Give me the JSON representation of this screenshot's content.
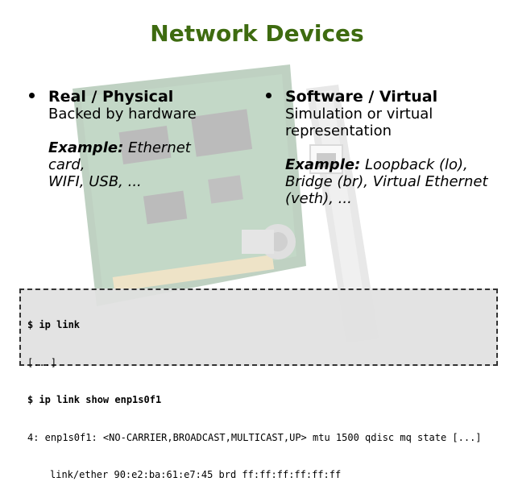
{
  "slide": {
    "title": "Network Devices"
  },
  "left_column": {
    "heading": "Real / Physical",
    "description": "Backed by hardware",
    "example_label": "Example:",
    "example_text_line1": "Ethernet card,",
    "example_text_line2": "WIFI, USB, ..."
  },
  "right_column": {
    "heading": "Software / Virtual",
    "description_line1": "Simulation or virtual",
    "description_line2": "representation",
    "example_label": "Example:",
    "example_text_line1": "Loopback (lo),",
    "example_text_line2": "Bridge (br), Virtual Ethernet",
    "example_text_line3": "(veth), ..."
  },
  "code_block": {
    "lines": [
      "$ ip link",
      "[...]",
      "$ ip link show enp1s0f1",
      "4: enp1s0f1: <NO-CARRIER,BROADCAST,MULTICAST,UP> mtu 1500 qdisc mq state [...]",
      "link/ether 90:e2:ba:61:e7:45 brd ff:ff:ff:ff:ff:ff"
    ]
  },
  "colors": {
    "title": "#3e6b10",
    "code_background": "#e1e1e1",
    "code_border": "#333333"
  }
}
